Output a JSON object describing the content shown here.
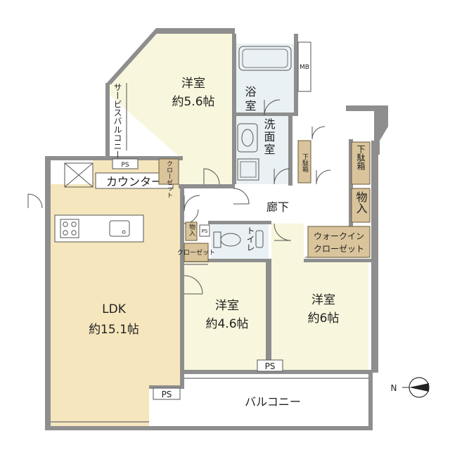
{
  "colors": {
    "ldk_floor": "#f6e6bd",
    "room_floor": "#f8f6dc",
    "wet_floor": "#eaf1f4",
    "storage": "#d9c49b",
    "wall": "#8e8e8e",
    "balcony": "#ffffff"
  },
  "rooms": {
    "ldk": {
      "name": "LDK",
      "size": "約15.1帖"
    },
    "western_top": {
      "name": "洋室",
      "size": "約5.6帖"
    },
    "western_mid": {
      "name": "洋室",
      "size": "約4.6帖"
    },
    "western_right": {
      "name": "洋室",
      "size": "約6帖"
    },
    "bath": "浴室",
    "washroom": "洗面室",
    "toilet": "トイレ",
    "corridor": "廊下",
    "balcony": "バルコニー",
    "service_balcony": "サービスバルコニー"
  },
  "storage": {
    "counter": "カウンター",
    "closet_top": "クローゼット",
    "closet_mid": "クローゼット",
    "walk_in_closet_line1": "ウォークイン",
    "walk_in_closet_line2": "クローゼット",
    "shoe_box": "下駄箱",
    "shoe_box_small": "下駄箱",
    "storage_room": "物入",
    "storage_small": "物入"
  },
  "labels": {
    "ps": "PS",
    "mb": "MB",
    "north": "N"
  }
}
